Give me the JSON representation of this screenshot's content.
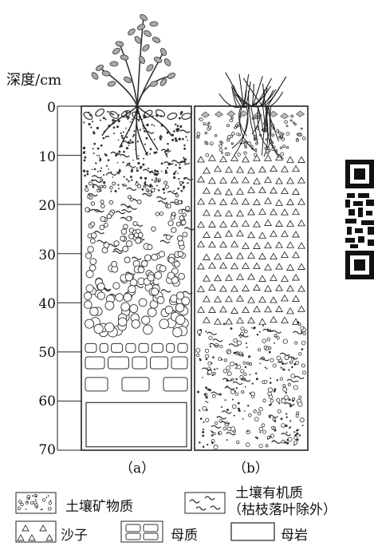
{
  "axis": {
    "title": "深度/cm",
    "ticks": [
      "0",
      "10",
      "20",
      "30",
      "40",
      "50",
      "60",
      "70"
    ]
  },
  "panels": {
    "a_label": "（a）",
    "b_label": "（b）"
  },
  "legend": {
    "mineral": "土壤矿物质",
    "organic_line1": "土壤有机质",
    "organic_line2": "（枯枝落叶除外）",
    "sand": "沙子",
    "parent_material": "母质",
    "bedrock": "母岩"
  }
}
